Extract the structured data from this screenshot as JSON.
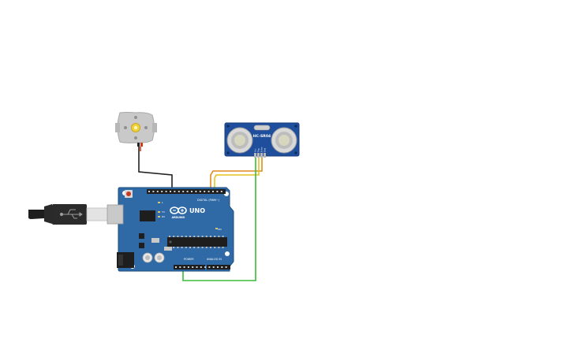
{
  "components": {
    "arduino": {
      "logo_text": "ARDUINO",
      "model": "UNO",
      "digital_label": "DIGITAL (PWM~)",
      "power_label": "POWER",
      "analog_label": "ANALOG IN",
      "tx_label": "TX",
      "rx_label": "RX",
      "l_label": "L",
      "on_label": "ON"
    },
    "sensor": {
      "model": "HC-SR04",
      "pins": [
        "Vcc",
        "Trig",
        "Echo",
        "Gnd"
      ]
    },
    "motor": {},
    "usb_cable": {}
  },
  "colors": {
    "board": "#2f6aa6",
    "board_dark": "#1e4f82",
    "sensor_board": "#1f4e9c",
    "wire_black": "#222222",
    "wire_red": "#d23a1e",
    "wire_orange": "#e08a1e",
    "wire_yellow": "#e6c21f",
    "wire_green": "#3dbb3a"
  }
}
